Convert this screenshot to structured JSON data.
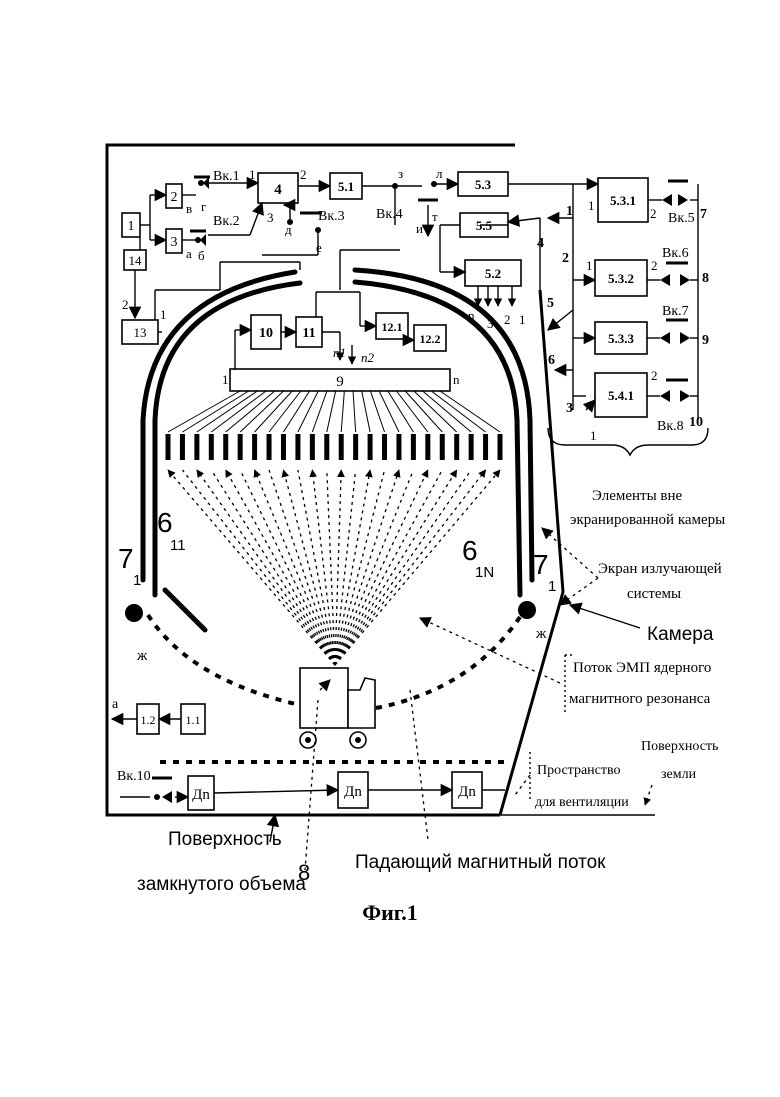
{
  "figure_caption": "Фиг.1",
  "blocks": {
    "b1": "1",
    "b2": "2",
    "b3": "3",
    "b4": "4",
    "b51": "5.1",
    "b53": "5.3",
    "b55": "5.5",
    "b52": "5.2",
    "b531": "5.3.1",
    "b532": "5.3.2",
    "b533": "5.3.3",
    "b541": "5.4.1",
    "b14": "14",
    "b13": "13",
    "b10": "10",
    "b11": "11",
    "b121": "12.1",
    "b122": "12.2",
    "b9": "9",
    "b12": "1.2",
    "b11b": "1.1",
    "dn": "Дn"
  },
  "switches": {
    "vk1": "Вк.1",
    "vk2": "Вк.2",
    "vk3": "Вк.3",
    "vk4": "Вк.4",
    "vk5": "Вк.5",
    "vk6": "Вк.6",
    "vk7": "Вк.7",
    "vk8": "Вк.8",
    "vk10": "Вк.10"
  },
  "letters": {
    "v": "в",
    "g": "г",
    "a": "а",
    "b": "б",
    "d": "д",
    "e": "е",
    "z": "з",
    "l": "л",
    "i": "и",
    "t": "т",
    "zh": "ж",
    "n": "n",
    "n1": "n1",
    "n2": "n2",
    "a_out": "а"
  },
  "numbers": [
    "1",
    "2",
    "3",
    "4",
    "5",
    "6",
    "7",
    "8",
    "9",
    "10"
  ],
  "labels": {
    "six11": "6",
    "six11_sub": "11",
    "six1N": "6",
    "six1N_sub": "1N",
    "seven_left": "7",
    "seven_right": "7",
    "seven_sub": "1",
    "eight": "8"
  },
  "annotations": {
    "outside_elements_1": "Элементы вне",
    "outside_elements_2": "экранированной камеры",
    "screen_1": "Экран излучающей",
    "screen_2": "системы",
    "camera": "Камера",
    "flux_nmr_1": "Поток ЭМП ядерного",
    "flux_nmr_2": "магнитного резонанса",
    "earth_1": "Поверхность",
    "earth_2": "земли",
    "vent_1": "Пространство",
    "vent_2": "для вентиляции",
    "closed_1": "Поверхность",
    "closed_2": "замкнутого объема",
    "falling_flux": "Падающий магнитный поток"
  }
}
